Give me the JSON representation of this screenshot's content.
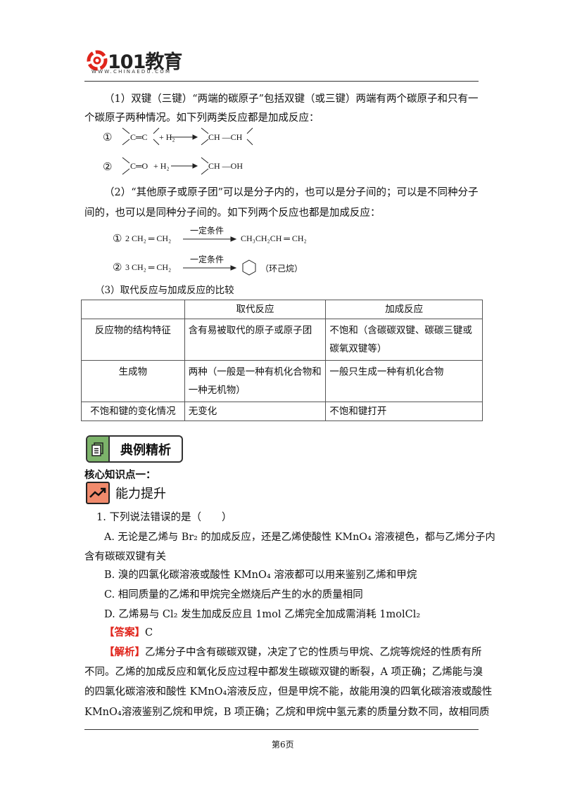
{
  "header": {
    "logo_text": "101教育",
    "logo_url": "WWW.CHINAEDU.COM"
  },
  "section1": {
    "para_line1": "（1）双键（三键）“两端的碳原子”包括双键（或三键）两端有两个碳原子和只有一",
    "para_line2": "个碳原子两种情况。如下列两类反应都是加成反应：",
    "reactions": [
      {
        "num": "①",
        "reactant": "C═C",
        "plus": "+ H₂",
        "product": "CH —CH"
      },
      {
        "num": "②",
        "reactant": "C═O",
        "plus": "+ H₂",
        "product": "CH —OH"
      }
    ]
  },
  "section2": {
    "para_line1": "（2）“其他原子或原子团”可以是分子内的，也可以是分子间的；可以是不同种分子",
    "para_line2": "间的，也可以是同种分子间的。如下列两个反应也都是加成反应：",
    "reactions": [
      {
        "num": "①",
        "reactant": "2 CH₂ ═ CH₂",
        "condition": "一定条件",
        "product": "CH₃CH₂CH ═ CH₂"
      },
      {
        "num": "②",
        "reactant": "3 CH₂ ═ CH₂",
        "condition": "一定条件",
        "product": "（环己烷）"
      }
    ]
  },
  "section3": {
    "title": "（3）取代反应与加成反应的比较",
    "table": {
      "headers": [
        "",
        "取代反应",
        "加成反应"
      ],
      "rows": [
        [
          "反应物的结构特征",
          "含有易被取代的原子或原子团",
          "不饱和（含碳碳双键、碳碳三键或碳氧双键等）"
        ],
        [
          "生成物",
          "两种（一般是一种有机化合物和一种无机物）",
          "一般只生成一种有机化合物"
        ],
        [
          "不饱和键的变化情况",
          "无变化",
          "不饱和键打开"
        ]
      ]
    }
  },
  "examples": {
    "section_label": "典例精析",
    "knowledge_point": "核心知识点一：",
    "ability_label": "能力提升",
    "question": {
      "stem": "1. 下列说法错误的是（　　）",
      "option_a_line1": "A. 无论是乙烯与 Br₂ 的加成反应，还是乙烯使酸性 KMnO₄ 溶液褪色，都与乙烯分子内",
      "option_a_line2": "含有碳碳双键有关",
      "option_b": "B. 溴的四氯化碳溶液或酸性 KMnO₄ 溶液都可以用来鉴别乙烯和甲烷",
      "option_c": "C. 相同质量的乙烯和甲烷完全燃烧后产生的水的质量相同",
      "option_d": "D. 乙烯易与 Cl₂ 发生加成反应且 1mol 乙烯完全加成需消耗 1molCl₂"
    },
    "answer_label": "【答案】",
    "answer": "C",
    "analysis_label": "【解析】",
    "analysis_line1": "乙烯分子中含有碳碳双键，决定了它的性质与甲烷、乙烷等烷烃的性质有所",
    "analysis_line2": "不同。乙烯的加成反应和氧化反应过程中都发生碳碳双键的断裂，A 项正确；乙烯能与溴",
    "analysis_line3": "的四氯化碳溶液和酸性 KMnO₄溶液反应，但是甲烷不能，故能用溴的四氧化碳溶液或酸性",
    "analysis_line4": "KMnO₄溶液鉴别乙烷和甲烷，B 项正确；乙烷和甲烷中氢元素的质量分数不同，故相同质"
  },
  "footer": {
    "page": "第6页"
  },
  "colors": {
    "section_green": "#7cb36a",
    "ability_orange": "#f08a6c",
    "answer_red": "#e0241b",
    "logo_red": "#e0241b"
  }
}
